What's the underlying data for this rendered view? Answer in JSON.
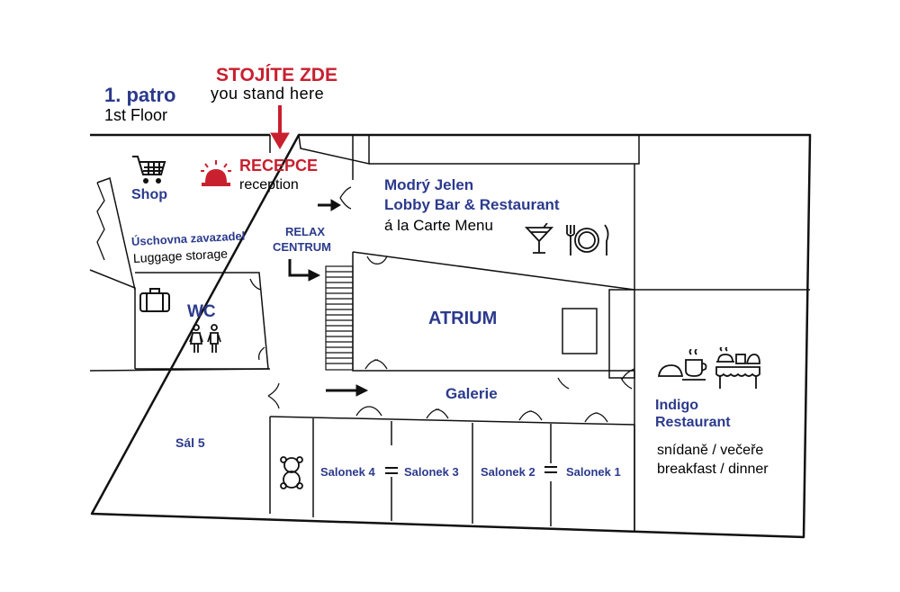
{
  "colors": {
    "brand_blue": "#2b3a8c",
    "accent_red": "#c8202f",
    "lines": "#111111"
  },
  "header": {
    "floor_cz": "1. patro",
    "floor_en": "1st Floor",
    "you_are_here_cz": "STOJÍTE ZDE",
    "you_are_here_en": "you stand here"
  },
  "rooms": {
    "shop": "Shop",
    "reception_cz": "RECEPCE",
    "reception_en": "reception",
    "luggage_cz": "Úschovna zavazadel",
    "luggage_en": "Luggage storage",
    "wc": "WC",
    "relax_line1": "RELAX",
    "relax_line2": "CENTRUM",
    "bar_line1": "Modrý Jelen",
    "bar_line2": "Lobby Bar & Restaurant",
    "bar_line3": "á la Carte Menu",
    "atrium": "ATRIUM",
    "galerie": "Galerie",
    "sal5": "Sál 5",
    "salonek4": "Salonek 4",
    "salonek3": "Salonek 3",
    "salonek2": "Salonek 2",
    "salonek1": "Salonek 1",
    "indigo_line1": "Indigo",
    "indigo_line2": "Restaurant",
    "indigo_cz": "snídaně / večeře",
    "indigo_en": "breakfast / dinner"
  },
  "icons": [
    "shopping-cart-icon",
    "reception-bell-icon",
    "suitcase-icon",
    "toilet-people-icon",
    "cocktail-glass-icon",
    "fork-plate-knife-icon",
    "breakfast-icon",
    "buffet-icon",
    "teddy-bear-icon"
  ]
}
